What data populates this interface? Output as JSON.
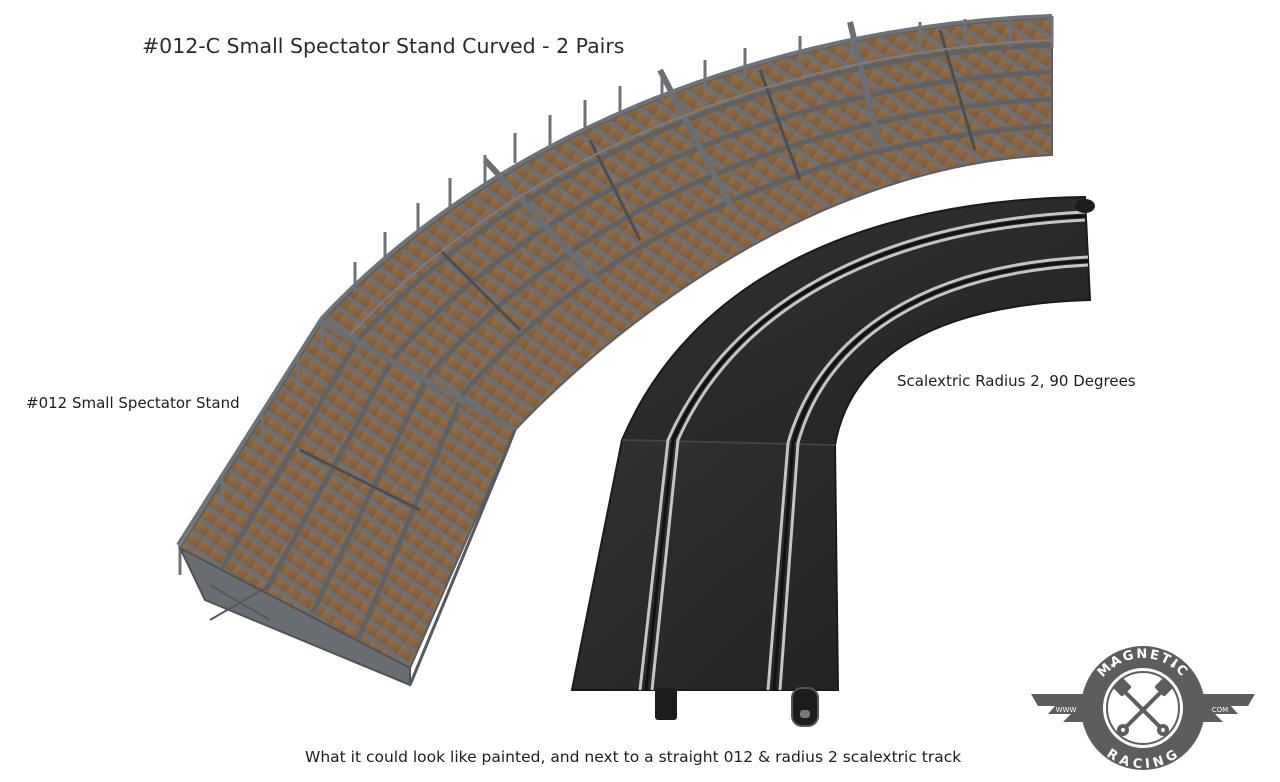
{
  "captions": {
    "title": "#012-C Small Spectator Stand Curved - 2 Pairs",
    "stand": "#012 Small Spectator Stand",
    "track": "Scalextric Radius 2, 90 Degrees",
    "bottom": "What it could look like painted, and next to a straight 012 & radius 2 scalextric track"
  },
  "logo": {
    "top_text": "MAGNETIC",
    "bottom_text": "RACING",
    "left_text": "WWW",
    "right_text": "COM",
    "icon": "crossed-pistons-icon"
  },
  "colors": {
    "stand_grey": "#75787c",
    "stand_dark": "#55585c",
    "wood": "#8c6a45",
    "track": "#2a2a2c",
    "rail": "#c4c4c6",
    "logo_grey": "#5d5d5f"
  }
}
